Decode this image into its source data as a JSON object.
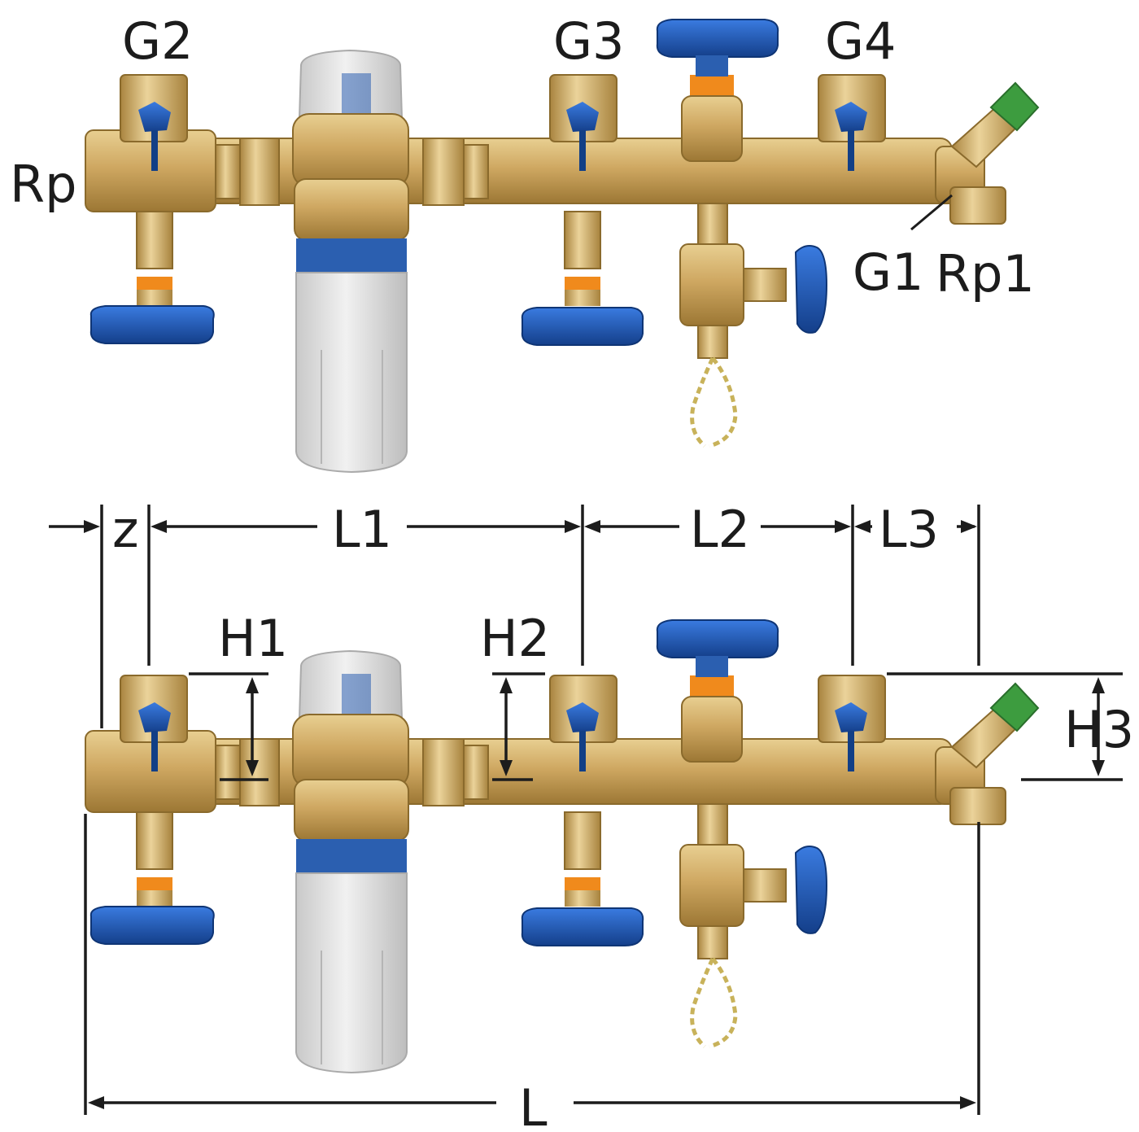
{
  "colors": {
    "brass": "#c9a45c",
    "brass_dark": "#a07d3a",
    "brass_light": "#e6c98a",
    "valve_blue": "#1d5cb8",
    "valve_blue_dark": "#123f86",
    "orange_ring": "#f08a1c",
    "filter_grey": "#dedede",
    "filter_band": "#2b5fb0",
    "cap_green": "#3d9c3f",
    "chain": "#c8b25a",
    "line": "#1c1c1c"
  },
  "top_view": {
    "labels": {
      "g2": "G2",
      "g3": "G3",
      "g4": "G4",
      "rp": "Rp",
      "g1": "G1",
      "rp1": "Rp1"
    }
  },
  "bottom_view": {
    "dimensions": {
      "z": "z",
      "l1": "L1",
      "l2": "L2",
      "l3": "L3",
      "h1": "H1",
      "h2": "H2",
      "h3": "H3",
      "l": "L"
    }
  }
}
